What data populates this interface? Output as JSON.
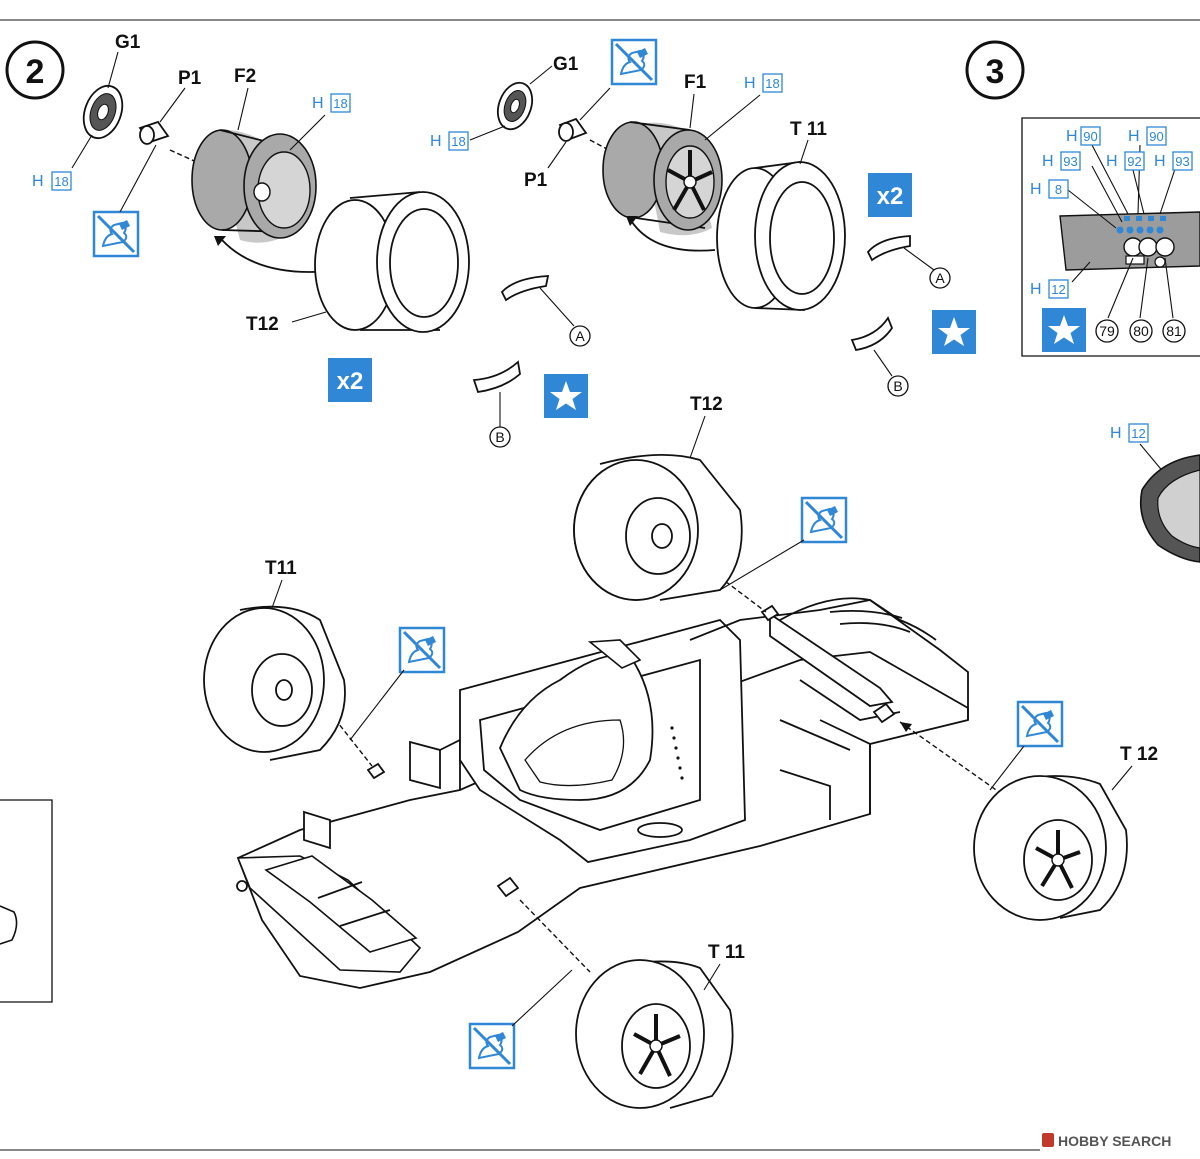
{
  "steps": {
    "step2": "2",
    "step3": "3"
  },
  "labels": {
    "g1_left": "G1",
    "p1_left": "P1",
    "f2": "F2",
    "h18_f2": "18",
    "h18_g1_left": "18",
    "t12_left": "T12",
    "x2_left": "x2",
    "g1_right": "G1",
    "h18_g1_right": "18",
    "p1_right": "P1",
    "f1": "F1",
    "h18_f1": "18",
    "t11_top": "T 11",
    "x2_right": "x2",
    "t12_chassis": "T12",
    "t11_chassis_left": "T11",
    "t12_chassis_right": "T 12",
    "t11_chassis_bottom": "T 11",
    "h_prefix": "H",
    "inset_h90_a": "90",
    "inset_h90_b": "90",
    "inset_h93_a": "93",
    "inset_h92": "92",
    "inset_h93_b": "93",
    "inset_h8": "8",
    "inset_h12": "12",
    "inset_79": "79",
    "inset_80": "80",
    "inset_81": "81",
    "h12_right_edge": "12",
    "mark_a": "A",
    "mark_b": "B"
  },
  "icons": {
    "no_glue": "no-glue-icon",
    "star": "star-icon",
    "circle_letter": "circle-letter-icon",
    "color_box": "color-code-icon"
  },
  "colors": {
    "accent_blue": "#2f87d6",
    "grey_part": "#a9a9a9",
    "line": "#111111"
  },
  "watermark": "HOBBY SEARCH"
}
